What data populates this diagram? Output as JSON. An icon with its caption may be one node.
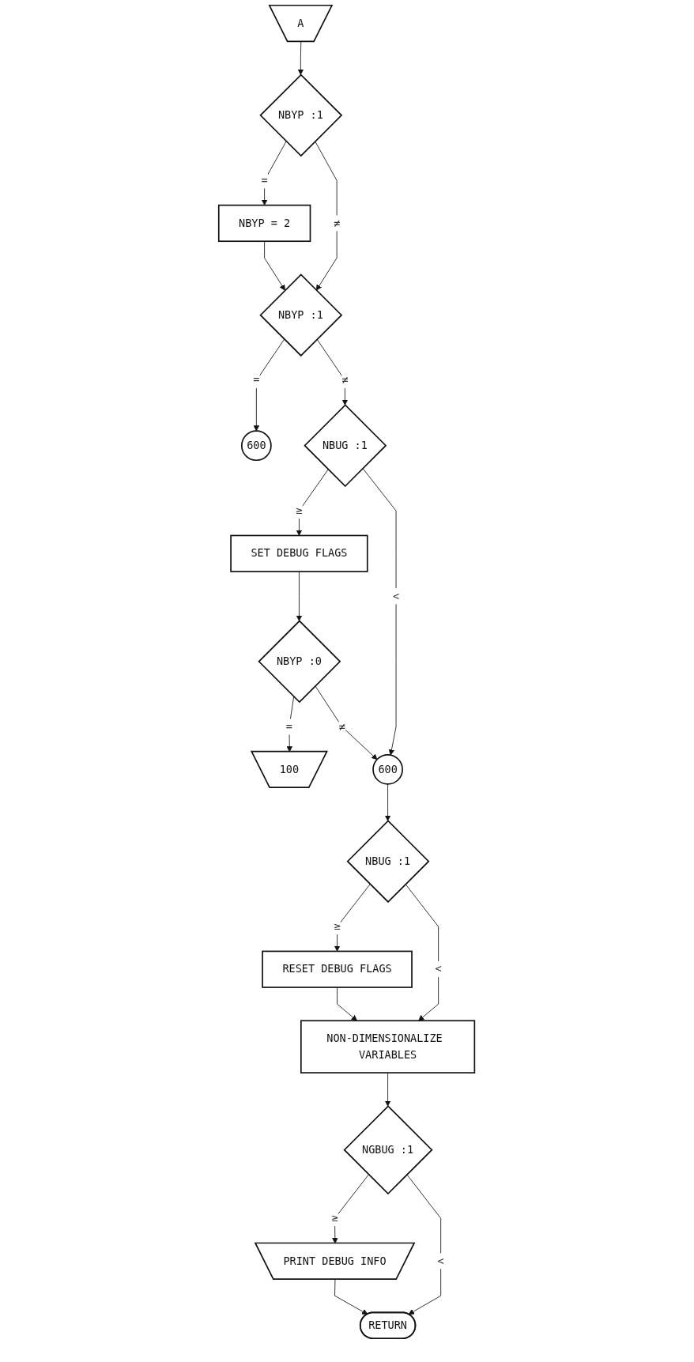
{
  "diagram": {
    "nodes": [
      {
        "text": [
          "A"
        ]
      },
      {
        "text": [
          "NBYP :1"
        ]
      },
      {
        "text": [
          "NBYP = 2"
        ]
      },
      {
        "text": [
          "NBYP :1"
        ]
      },
      {
        "text": [
          "600"
        ]
      },
      {
        "text": [
          "NBUG :1"
        ]
      },
      {
        "text": [
          "SET DEBUG FLAGS"
        ]
      },
      {
        "text": [
          "NBYP :0"
        ]
      },
      {
        "text": [
          "100"
        ]
      },
      {
        "text": [
          "600"
        ]
      },
      {
        "text": [
          "NBUG :1"
        ]
      },
      {
        "text": [
          "RESET DEBUG FLAGS"
        ]
      },
      {
        "text": [
          "NON-DIMENSIONALIZE VARIABLES"
        ]
      },
      {
        "text": [
          "NGBUG :1"
        ]
      },
      {
        "text": [
          "PRINT DEBUG INFO"
        ]
      },
      {
        "text": [
          "RETURN"
        ]
      }
    ],
    "edges": [
      {
        "from": 0,
        "to": 1,
        "arrow": "to"
      },
      {
        "from": 1,
        "to": 2,
        "arrow": "to",
        "label": "="
      },
      {
        "from": 1,
        "to": 3,
        "arrow": "to",
        "label": "≠"
      },
      {
        "from": 2,
        "to": 3,
        "arrow": "to"
      },
      {
        "from": 3,
        "to": 4,
        "arrow": "to",
        "label": "="
      },
      {
        "from": 3,
        "to": 5,
        "arrow": "to",
        "label": "≠"
      },
      {
        "from": 5,
        "to": 6,
        "arrow": "to",
        "label": "≥"
      },
      {
        "from": 5,
        "to": 9,
        "arrow": "to",
        "label": "<"
      },
      {
        "from": 6,
        "to": 7,
        "arrow": "to"
      },
      {
        "from": 7,
        "to": 9,
        "arrow": "to",
        "label": "≠"
      },
      {
        "from": 7,
        "to": 8,
        "arrow": "to",
        "label": "="
      },
      {
        "from": 9,
        "to": 10,
        "arrow": "to"
      },
      {
        "from": 10,
        "to": 11,
        "arrow": "to",
        "label": "≥"
      },
      {
        "from": 10,
        "to": 12,
        "arrow": "to",
        "label": "<"
      },
      {
        "from": 11,
        "to": 12,
        "arrow": "to"
      },
      {
        "from": 12,
        "to": 13,
        "arrow": "to"
      },
      {
        "from": 13,
        "to": 14,
        "arrow": "to",
        "label": "≥"
      },
      {
        "from": 13,
        "to": 15,
        "arrow": "to",
        "label": "<"
      },
      {
        "from": 14,
        "to": 15,
        "arrow": "to"
      }
    ]
  }
}
